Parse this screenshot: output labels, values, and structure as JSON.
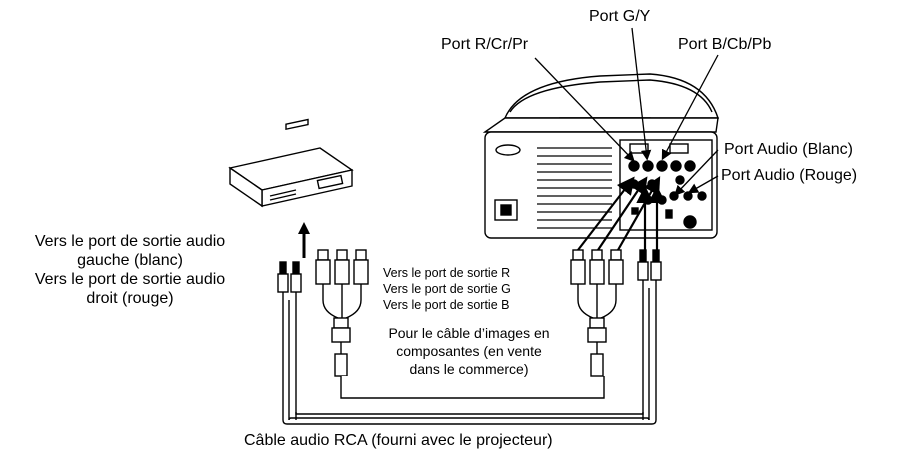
{
  "labels": {
    "port_r": "Port R/Cr/Pr",
    "port_g": "Port G/Y",
    "port_b": "Port B/Cb/Pb",
    "port_audio_white": "Port Audio (Blanc)",
    "port_audio_red": "Port Audio (Rouge)",
    "left_audio_line1": "Vers le port de sortie audio",
    "left_audio_line2": "gauche (blanc)",
    "right_audio_line1": "Vers le port de sortie audio",
    "right_audio_line2": "droit (rouge)",
    "out_r": "Vers le port de sortie R",
    "out_g": "Vers le port de sortie G",
    "out_b": "Vers le port de sortie B",
    "component_line1": "Pour le câble d’images en",
    "component_line2": "composantes (en vente",
    "component_line3": "dans le commerce)",
    "rca_cable": "Câble audio RCA (fourni avec le projecteur)"
  }
}
